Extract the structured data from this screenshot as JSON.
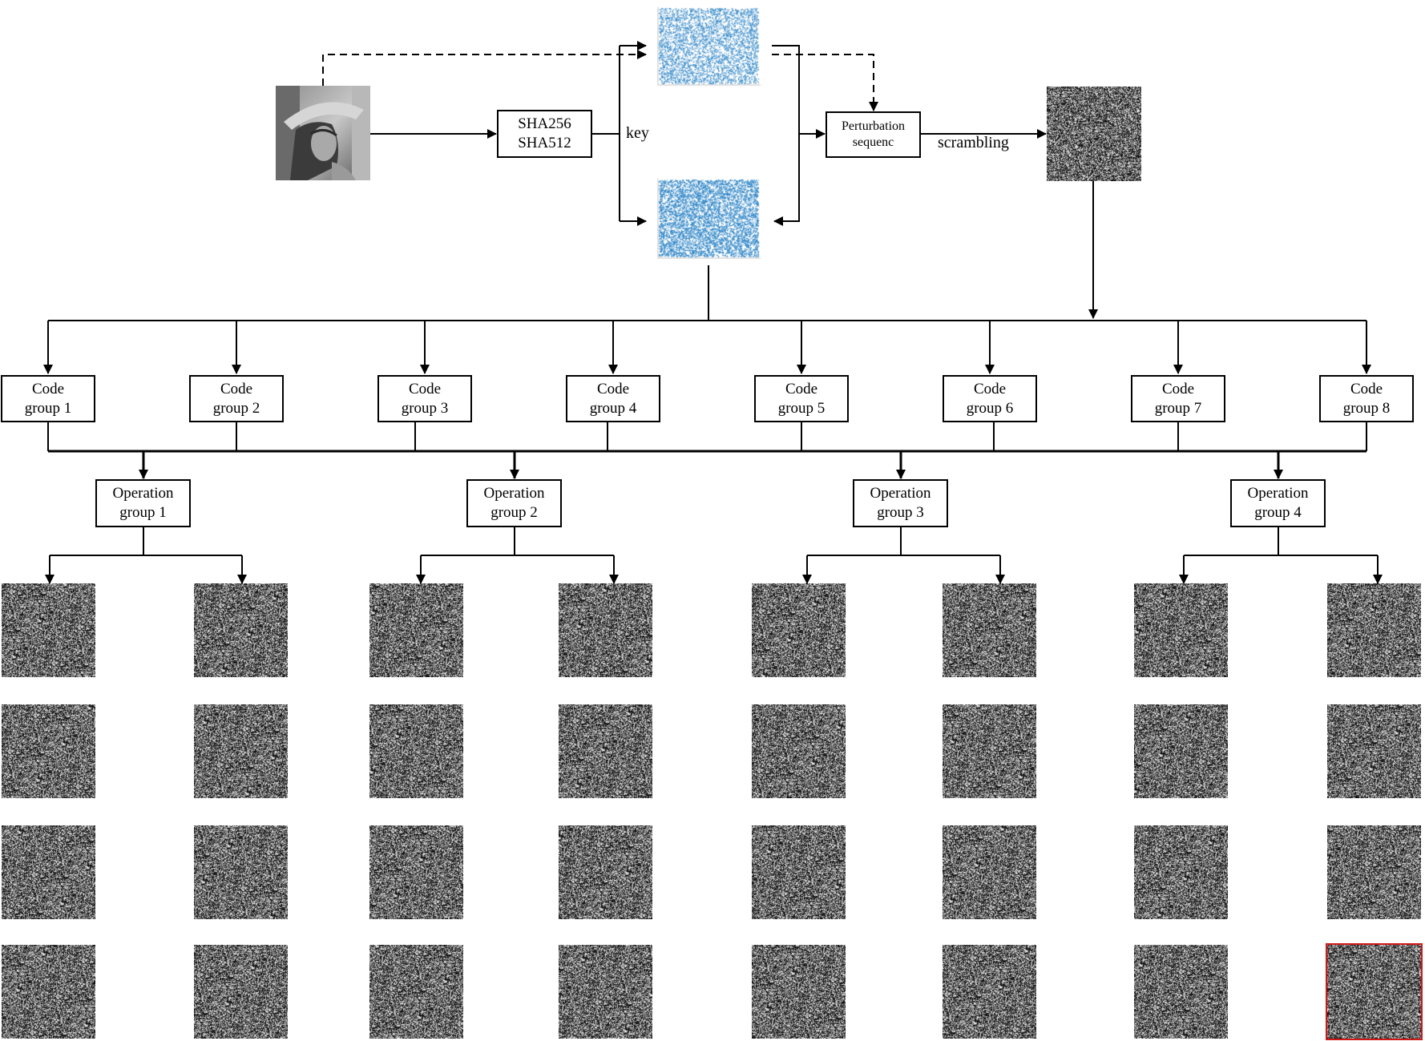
{
  "hash_box": {
    "line1": "SHA256",
    "line2": "SHA512"
  },
  "key_label": "key",
  "perturbation_box": {
    "line1": "Perturbation",
    "line2": "sequenc"
  },
  "scrambling_label": "scrambling",
  "code_groups": [
    {
      "line1": "Code",
      "line2": "group 1"
    },
    {
      "line1": "Code",
      "line2": "group 2"
    },
    {
      "line1": "Code",
      "line2": "group 3"
    },
    {
      "line1": "Code",
      "line2": "group 4"
    },
    {
      "line1": "Code",
      "line2": "group 5"
    },
    {
      "line1": "Code",
      "line2": "group 6"
    },
    {
      "line1": "Code",
      "line2": "group 7"
    },
    {
      "line1": "Code",
      "line2": "group 8"
    }
  ],
  "operation_groups": [
    {
      "line1": "Operation",
      "line2": "group 1"
    },
    {
      "line1": "Operation",
      "line2": "group 2"
    },
    {
      "line1": "Operation",
      "line2": "group 3"
    },
    {
      "line1": "Operation",
      "line2": "group 4"
    }
  ],
  "colors": {
    "line": "#000000",
    "chaos_scatter": "#2f86c8",
    "highlight_border": "#d01818"
  },
  "images": {
    "source": "grayscale-portrait-image",
    "chaos_plots": 2,
    "scrambled": 1,
    "cipher_grid_rows": 4,
    "cipher_grid_cols": 8,
    "highlighted_cipher": "row 4, col 8"
  }
}
